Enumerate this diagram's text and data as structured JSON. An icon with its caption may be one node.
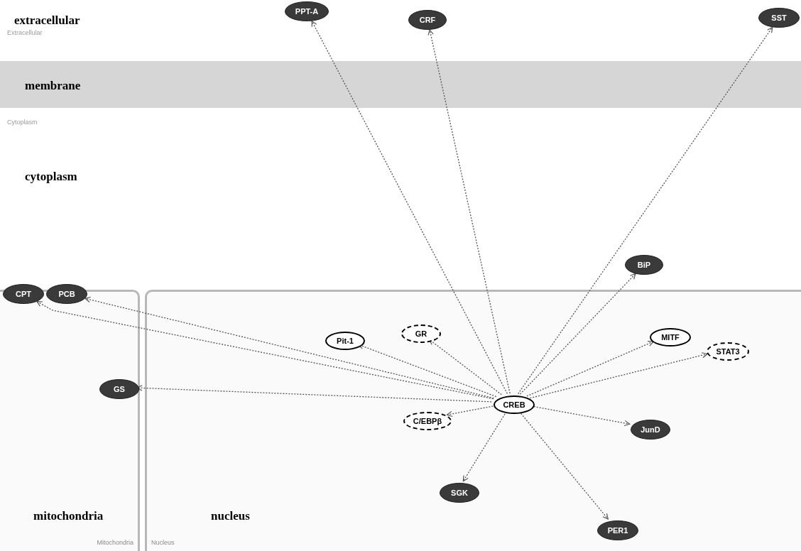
{
  "diagram": {
    "nodes": [
      {
        "text": [
          "mitochondria",
          "Mitochondria"
        ]
      },
      {
        "text": [
          "nucleus",
          "Nucleus"
        ]
      },
      {
        "text": [
          "PPT-A"
        ]
      },
      {
        "text": [
          "CRF"
        ]
      },
      {
        "text": [
          "SST"
        ]
      },
      {
        "text": [
          "BiP"
        ]
      },
      {
        "text": [
          "CPT"
        ]
      },
      {
        "text": [
          "PCB"
        ]
      },
      {
        "text": [
          "Pit-1"
        ],
        "in": 1
      },
      {
        "text": [
          "GR"
        ],
        "in": 1
      },
      {
        "text": [
          "MITF"
        ],
        "in": 1
      },
      {
        "text": [
          "STAT3"
        ],
        "in": 1
      },
      {
        "text": [
          "GS"
        ],
        "in": 0
      },
      {
        "text": [
          "CREB"
        ],
        "in": 1
      },
      {
        "text": [
          "C/EBPβ"
        ],
        "in": 1
      },
      {
        "text": [
          "JunD"
        ],
        "in": 1
      },
      {
        "text": [
          "SGK"
        ],
        "in": 1
      },
      {
        "text": [
          "PER1"
        ],
        "in": 1
      }
    ],
    "edges": [
      {
        "from": 13,
        "to": 2,
        "arrow": "to"
      },
      {
        "from": 13,
        "to": 3,
        "arrow": "to"
      },
      {
        "from": 13,
        "to": 4,
        "arrow": "to"
      },
      {
        "from": 13,
        "to": 5,
        "arrow": "to"
      },
      {
        "from": 13,
        "to": 6,
        "arrow": "to"
      },
      {
        "from": 13,
        "to": 7,
        "arrow": "to"
      },
      {
        "from": 13,
        "to": 8,
        "arrow": "to"
      },
      {
        "from": 13,
        "to": 9,
        "arrow": "to"
      },
      {
        "from": 13,
        "to": 10,
        "arrow": "to"
      },
      {
        "from": 13,
        "to": 11,
        "arrow": "to"
      },
      {
        "from": 13,
        "to": 12,
        "arrow": "to"
      },
      {
        "from": 13,
        "to": 14,
        "arrow": "to"
      },
      {
        "from": 13,
        "to": 15,
        "arrow": "to"
      },
      {
        "from": 13,
        "to": 16,
        "arrow": "to"
      },
      {
        "from": 13,
        "to": 17,
        "arrow": "to"
      }
    ],
    "labels": [
      "extracellular",
      "Extracellular",
      "membrane",
      "Cytoplasm",
      "cytoplasm"
    ]
  }
}
